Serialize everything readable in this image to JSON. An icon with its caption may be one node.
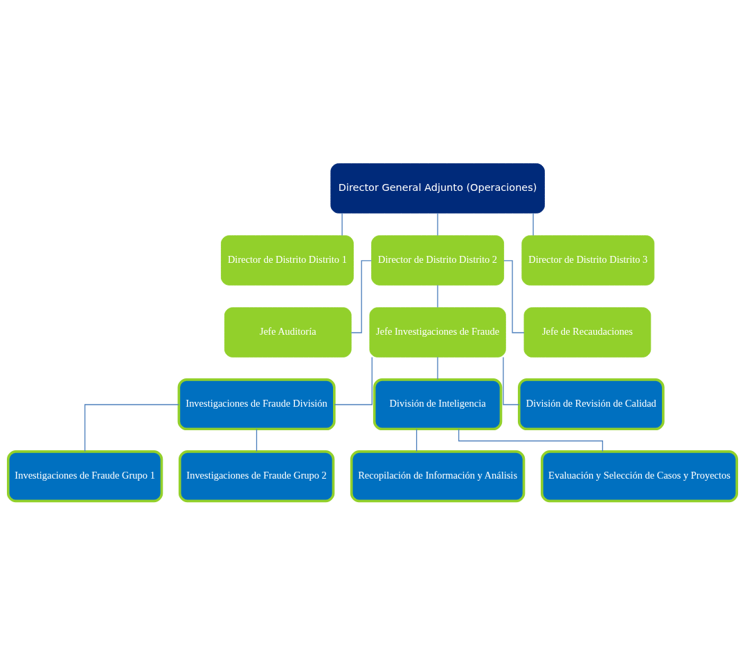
{
  "diagram": {
    "nodes": [
      {
        "text": [
          "Director General Adjunto (Operaciones)"
        ]
      },
      {
        "text": [
          "Director de Distrito Distrito 1"
        ]
      },
      {
        "text": [
          "Director de Distrito Distrito 2"
        ]
      },
      {
        "text": [
          "Director de Distrito Distrito 3"
        ]
      },
      {
        "text": [
          "Jefe Auditoría"
        ]
      },
      {
        "text": [
          "Jefe Investigaciones de Fraude"
        ]
      },
      {
        "text": [
          "Jefe de Recaudaciones"
        ]
      },
      {
        "text": [
          "Investigaciones de Fraude División"
        ]
      },
      {
        "text": [
          "División de Inteligencia"
        ]
      },
      {
        "text": [
          "División de Revisión de Calidad"
        ]
      },
      {
        "text": [
          "Investigaciones de Fraude Grupo 1"
        ]
      },
      {
        "text": [
          "Investigaciones de Fraude Grupo 2"
        ]
      },
      {
        "text": [
          "Recopilación de Información y Análisis"
        ]
      },
      {
        "text": [
          "Evaluación y Selección de Casos y Proyectos"
        ]
      }
    ],
    "edges": [
      {
        "from": 0,
        "to": 1,
        "arrow": "none"
      },
      {
        "from": 0,
        "to": 2,
        "arrow": "none"
      },
      {
        "from": 0,
        "to": 3,
        "arrow": "none"
      },
      {
        "from": 2,
        "to": 4,
        "arrow": "none"
      },
      {
        "from": 2,
        "to": 5,
        "arrow": "none"
      },
      {
        "from": 2,
        "to": 6,
        "arrow": "none"
      },
      {
        "from": 5,
        "to": 7,
        "arrow": "none"
      },
      {
        "from": 5,
        "to": 8,
        "arrow": "none"
      },
      {
        "from": 5,
        "to": 9,
        "arrow": "none"
      },
      {
        "from": 7,
        "to": 10,
        "arrow": "none"
      },
      {
        "from": 7,
        "to": 11,
        "arrow": "none"
      },
      {
        "from": 8,
        "to": 12,
        "arrow": "none"
      },
      {
        "from": 8,
        "to": 13,
        "arrow": "none"
      }
    ]
  }
}
